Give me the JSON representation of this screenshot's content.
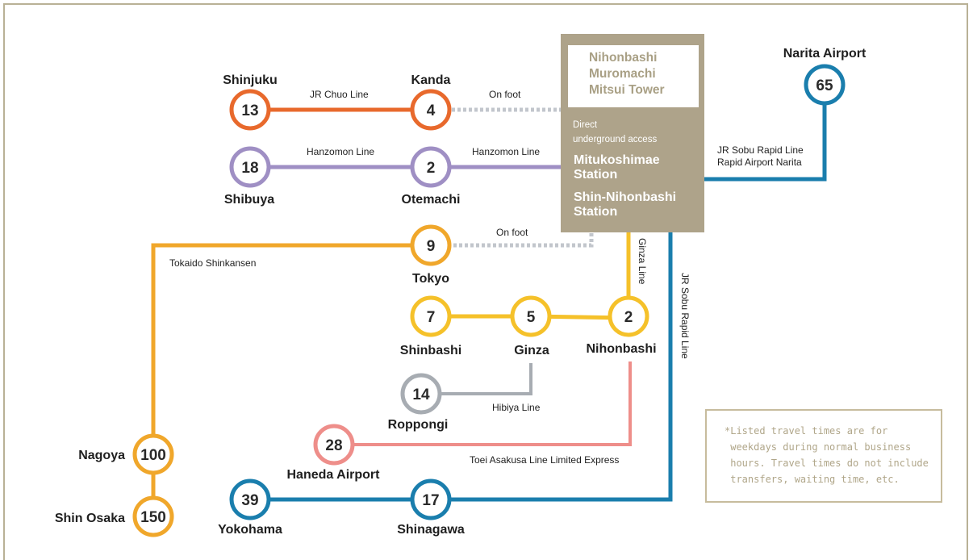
{
  "tower": {
    "lines": [
      "Nihonbashi",
      "Muromachi",
      "Mitsui Tower"
    ],
    "access_lines": [
      "Direct",
      "underground access"
    ],
    "station1_lines": [
      "Mitukoshimae",
      "Station"
    ],
    "station2_lines": [
      "Shin-Nihonbashi",
      "Station"
    ]
  },
  "stations": {
    "shinjuku": {
      "name": "Shinjuku",
      "minutes": "13"
    },
    "kanda": {
      "name": "Kanda",
      "minutes": "4"
    },
    "shibuya": {
      "name": "Shibuya",
      "minutes": "18"
    },
    "otemachi": {
      "name": "Otemachi",
      "minutes": "2"
    },
    "tokyo": {
      "name": "Tokyo",
      "minutes": "9"
    },
    "shinbashi": {
      "name": "Shinbashi",
      "minutes": "7"
    },
    "ginza": {
      "name": "Ginza",
      "minutes": "5"
    },
    "nihonbashi": {
      "name": "Nihonbashi",
      "minutes": "2"
    },
    "roppongi": {
      "name": "Roppongi",
      "minutes": "14"
    },
    "haneda": {
      "name": "Haneda Airport",
      "minutes": "28"
    },
    "nagoya": {
      "name": "Nagoya",
      "minutes": "100"
    },
    "shin_osaka": {
      "name": "Shin Osaka",
      "minutes": "150"
    },
    "yokohama": {
      "name": "Yokohama",
      "minutes": "39"
    },
    "shinagawa": {
      "name": "Shinagawa",
      "minutes": "17"
    },
    "narita": {
      "name": "Narita Airport",
      "minutes": "65"
    }
  },
  "lines": {
    "jr_chuo": "JR Chuo Line",
    "on_foot": "On foot",
    "hanzomon": "Hanzomon Line",
    "tokaido": "Tokaido Shinkansen",
    "ginza": "Ginza Line",
    "hibiya": "Hibiya Line",
    "toei": "Toei Asakusa Line Limited Express",
    "jr_sobu": "JR Sobu Rapid Line",
    "jr_sobu_narita": [
      "JR Sobu Rapid Line",
      "Rapid Airport Narita"
    ]
  },
  "colors": {
    "chuo": "#e8692c",
    "hanzomon": "#9f8fc4",
    "ginza_yellow": "#f5c12a",
    "tokaido": "#f0a72b",
    "hibiya": "#a7acb2",
    "toei": "#ee8e8a",
    "sobu": "#1a7ead",
    "walk": "#c2c6cc",
    "tower": "#aea38a"
  },
  "note": "*Listed travel times are for\n weekdays during normal business\n hours. Travel times do not include\n transfers, waiting time, etc."
}
